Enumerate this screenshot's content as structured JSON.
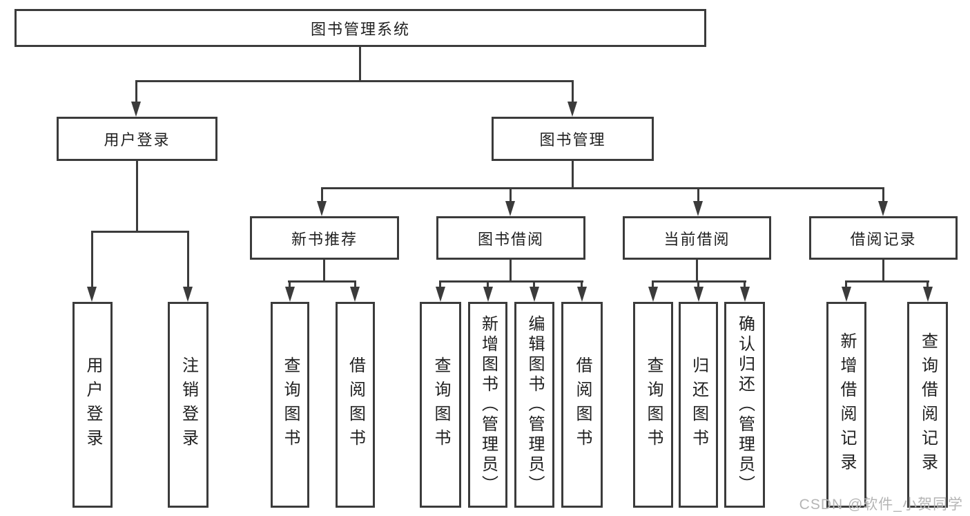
{
  "diagram_type": "functional-structure-tree",
  "colors": {
    "line": "#3b3b3b",
    "text": "#1f1f1f",
    "background": "#ffffff",
    "watermark": "#b5b5b5"
  },
  "watermark": "CSDN @软件_小贺同学",
  "tree": {
    "root": {
      "label": "图书管理系统",
      "children": [
        {
          "label": "用户登录",
          "children": [
            {
              "label": "用户登录"
            },
            {
              "label": "注销登录"
            }
          ]
        },
        {
          "label": "图书管理",
          "children": [
            {
              "label": "新书推荐",
              "children": [
                {
                  "label": "查询图书"
                },
                {
                  "label": "借阅图书"
                }
              ]
            },
            {
              "label": "图书借阅",
              "children": [
                {
                  "label": "查询图书"
                },
                {
                  "label": "新增图书（管理员）"
                },
                {
                  "label": "编辑图书（管理员）"
                },
                {
                  "label": "借阅图书"
                }
              ]
            },
            {
              "label": "当前借阅",
              "children": [
                {
                  "label": "查询图书"
                },
                {
                  "label": "归还图书"
                },
                {
                  "label": "确认归还（管理员）"
                }
              ]
            },
            {
              "label": "借阅记录",
              "children": [
                {
                  "label": "新增借阅记录"
                },
                {
                  "label": "查询借阅记录"
                }
              ]
            }
          ]
        }
      ]
    }
  }
}
